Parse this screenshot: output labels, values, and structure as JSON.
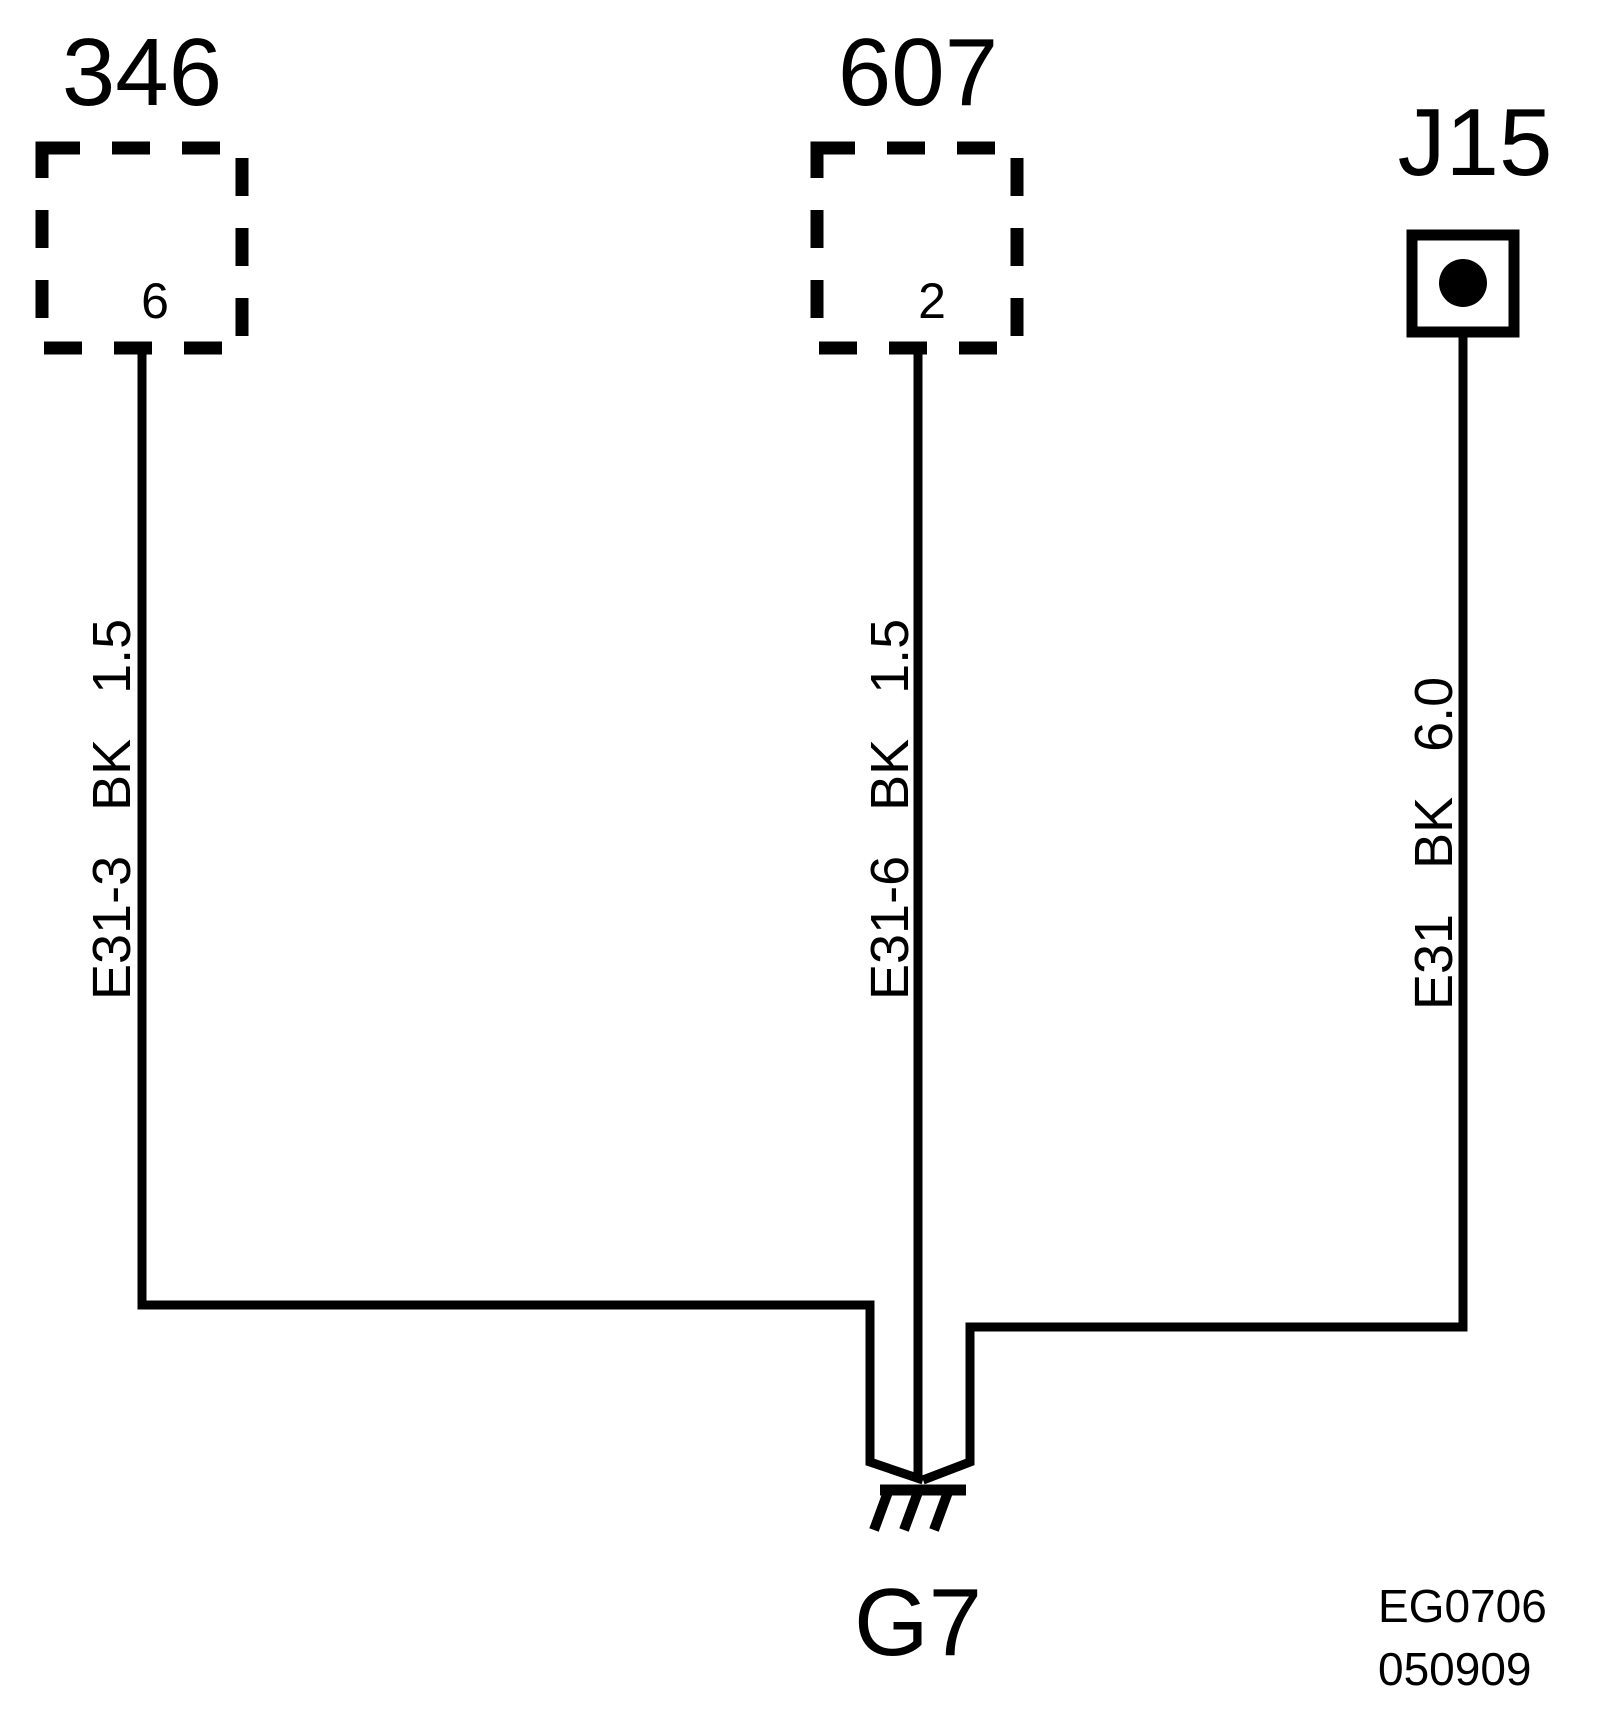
{
  "components": [
    {
      "id": "346",
      "pin": "6"
    },
    {
      "id": "607",
      "pin": "2"
    },
    {
      "id": "J15"
    }
  ],
  "wires": [
    {
      "label": "E31-3   BK   1.5"
    },
    {
      "label": "E31-6   BK   1.5"
    },
    {
      "label": "E31   BK   6.0"
    }
  ],
  "ground": {
    "label": "G7"
  },
  "reference": {
    "code": "EG0706",
    "date": "050909"
  },
  "colors": {
    "ink": "#000000",
    "background": "#ffffff"
  }
}
